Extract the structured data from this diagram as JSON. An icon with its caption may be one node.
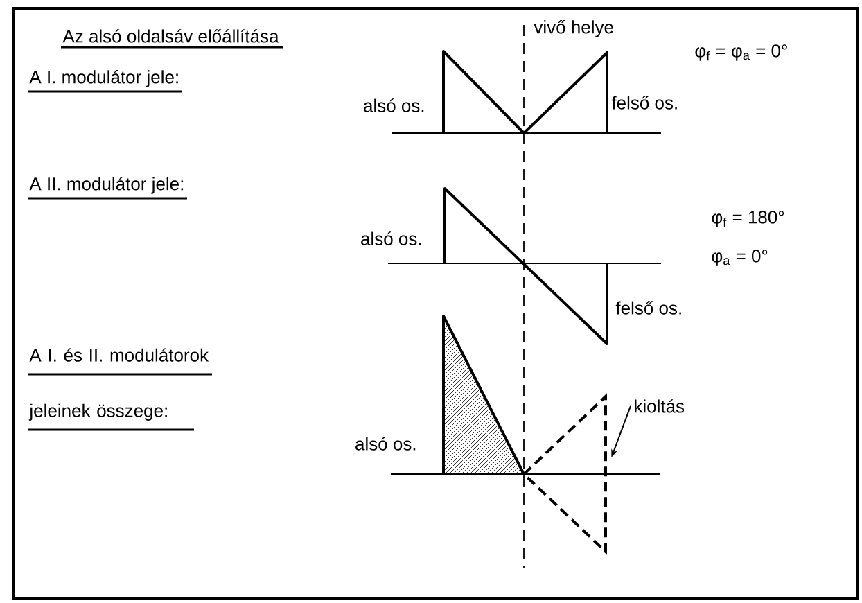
{
  "diagram": {
    "title": "Az alsó oldalsáv előállítása",
    "nodes": [
      {
        "text": [
          "kioltás"
        ]
      },
      {
        "text": [],
        "shape": "triangle"
      }
    ],
    "edges": [
      {
        "from": 0,
        "to": 1,
        "arrow": "to"
      }
    ],
    "labels": [
      "vivő helye",
      "A I. modulátor jele:",
      "φ$_{f}$ = φ$_{a}$ = 0°",
      "alsó os.",
      "felső os.",
      "A II. modulátor jele:",
      "alsó os.",
      "φ$_{f}$ = 180°",
      "φ$_{a}$ = 0°",
      "felső os.",
      "A I. és II. modulátorok jeleinek összege:",
      "alsó os."
    ]
  }
}
